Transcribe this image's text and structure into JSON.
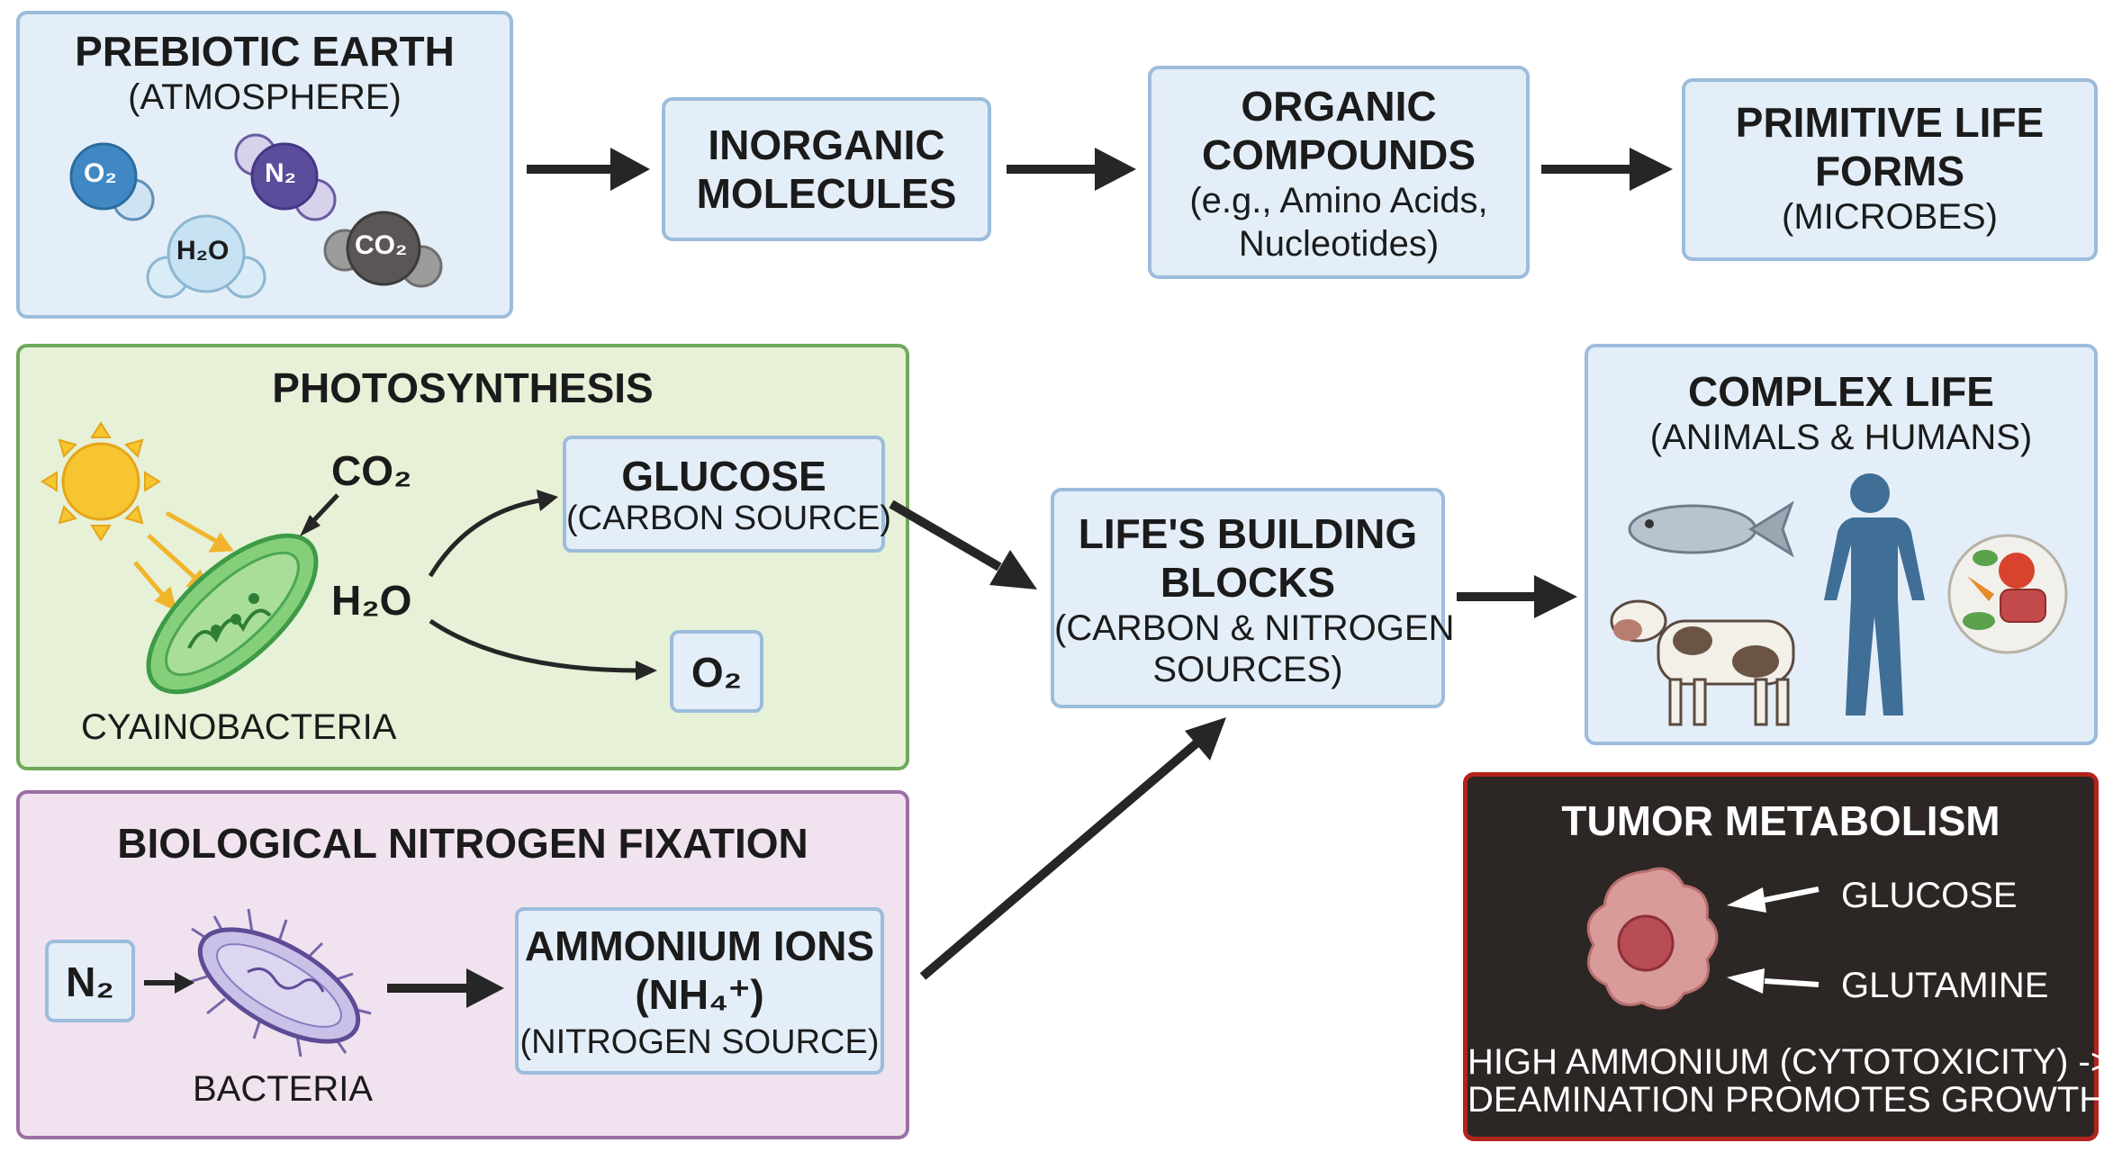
{
  "prebiotic": {
    "title": "PREBIOTIC EARTH",
    "subtitle": "(ATMOSPHERE)",
    "molecules": [
      "O₂",
      "N₂",
      "H₂O",
      "CO₂"
    ]
  },
  "inorganic": {
    "line1": "INORGANIC",
    "line2": "MOLECULES"
  },
  "organic": {
    "line1": "ORGANIC",
    "line2": "COMPOUNDS",
    "line3": "(e.g., Amino Acids,",
    "line4": "Nucleotides)"
  },
  "primitive": {
    "line1": "PRIMITIVE LIFE",
    "line2": "FORMS",
    "line3": "(MICROBES)"
  },
  "photosynthesis": {
    "title": "PHOTOSYNTHESIS",
    "co2": "CO₂",
    "h2o": "H₂O",
    "organism": "CYAINOBACTERIA",
    "glucose_title": "GLUCOSE",
    "glucose_sub": "(CARBON SOURCE)",
    "o2": "O₂"
  },
  "nitrogen": {
    "title": "BIOLOGICAL NITROGEN FIXATION",
    "n2": "N₂",
    "organism": "BACTERIA",
    "ammonium_line1": "AMMONIUM IONS",
    "ammonium_line2": "(NH₄⁺)",
    "ammonium_line3": "(NITROGEN SOURCE)"
  },
  "building": {
    "line1": "LIFE'S BUILDING",
    "line2": "BLOCKS",
    "line3": "(CARBON & NITROGEN",
    "line4": "SOURCES)"
  },
  "complex": {
    "title": "COMPLEX LIFE",
    "subtitle": "(ANIMALS & HUMANS)"
  },
  "tumor": {
    "title": "TUMOR METABOLISM",
    "input1": "GLUCOSE",
    "input2": "GLUTAMINE",
    "note1": "HIGH AMMONIUM (CYTOTOXICITY) ->",
    "note2": "DEAMINATION PROMOTES GROWTH"
  },
  "colors": {
    "blue_fill": "#e4eef9",
    "green_fill": "#e6f1d7",
    "purple_fill": "#f1e2f0",
    "tumor_fill": "#2c2625",
    "tumor_border": "#b3231d",
    "arrow": "#262626"
  }
}
